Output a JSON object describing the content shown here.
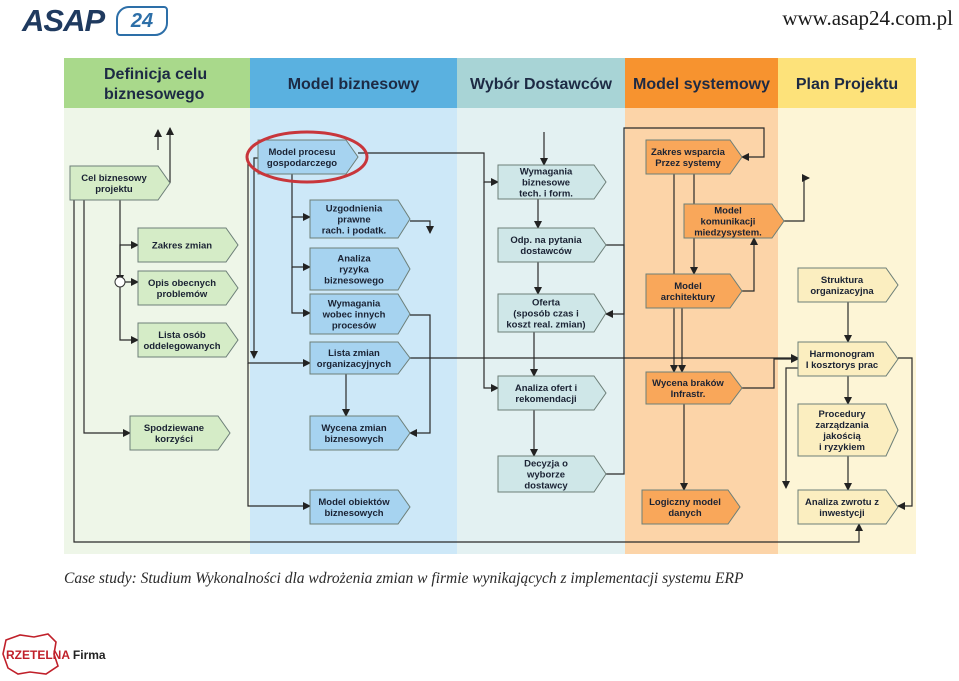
{
  "header": {
    "logo_main": "ASAP",
    "logo_badge": "24",
    "site_url": "www.asap24.com.pl"
  },
  "columns": [
    {
      "id": "definicja",
      "label_lines": [
        "Definicja celu",
        "biznesowego"
      ],
      "header_color": "#a9d98b",
      "body_color": "#eef6e8"
    },
    {
      "id": "model-biznesowy",
      "label_lines": [
        "Model biznesowy"
      ],
      "header_color": "#5ab1e0",
      "body_color": "#cde8f8"
    },
    {
      "id": "wybor-dostawcow",
      "label_lines": [
        "Wybór Dostawców"
      ],
      "header_color": "#a8d4d6",
      "body_color": "#e3f1f2"
    },
    {
      "id": "model-systemowy",
      "label_lines": [
        "Model systemowy"
      ],
      "header_color": "#f7932f",
      "body_color": "#fcd4a8"
    },
    {
      "id": "plan-projektu",
      "label_lines": [
        "Plan Projektu"
      ],
      "header_color": "#fde27a",
      "body_color": "#fdf5d6"
    }
  ],
  "boxes": [
    {
      "id": "cel-biznesowy",
      "lines": [
        "Cel biznesowy",
        "projektu"
      ],
      "color": "#d5ecc7"
    },
    {
      "id": "zakres-zmian",
      "lines": [
        "Zakres zmian"
      ],
      "color": "#d5ecc7"
    },
    {
      "id": "opis-obecnych",
      "lines": [
        "Opis obecnych",
        "problemów"
      ],
      "color": "#d5ecc7"
    },
    {
      "id": "lista-osob",
      "lines": [
        "Lista osób",
        "oddelegowanych"
      ],
      "color": "#d5ecc7"
    },
    {
      "id": "spodziewane-korzysci",
      "lines": [
        "Spodziewane",
        "korzyści"
      ],
      "color": "#d5ecc7"
    },
    {
      "id": "model-procesu",
      "lines": [
        "Model procesu",
        "gospodarczego"
      ],
      "color": "#a6d3f0"
    },
    {
      "id": "uzgodnienia",
      "lines": [
        "Uzgodnienia",
        "prawne",
        "rach. i podatk."
      ],
      "color": "#a6d3f0"
    },
    {
      "id": "analiza-ryzyka",
      "lines": [
        "Analiza",
        "ryzyka",
        "biznesowego"
      ],
      "color": "#a6d3f0"
    },
    {
      "id": "wymagania-wobec",
      "lines": [
        "Wymagania",
        "wobec innych",
        "procesów"
      ],
      "color": "#a6d3f0"
    },
    {
      "id": "lista-zmian",
      "lines": [
        "Lista zmian",
        "organizacyjnych"
      ],
      "color": "#a6d3f0"
    },
    {
      "id": "wycena-zmian",
      "lines": [
        "Wycena zmian",
        "biznesowych"
      ],
      "color": "#a6d3f0"
    },
    {
      "id": "model-obiektow",
      "lines": [
        "Model obiektów",
        "biznesowych"
      ],
      "color": "#a6d3f0"
    },
    {
      "id": "wymagania-biznesowe",
      "lines": [
        "Wymagania",
        "biznesowe",
        "tech. i form."
      ],
      "color": "#cfe7e8"
    },
    {
      "id": "odp-na-pytania",
      "lines": [
        "Odp. na pytania",
        "dostawców"
      ],
      "color": "#cfe7e8"
    },
    {
      "id": "oferta",
      "lines": [
        "Oferta",
        "(sposób czas i",
        "koszt real. zmian)"
      ],
      "color": "#cfe7e8"
    },
    {
      "id": "analiza-ofert",
      "lines": [
        "Analiza ofert i",
        "rekomendacji"
      ],
      "color": "#cfe7e8"
    },
    {
      "id": "decyzja",
      "lines": [
        "Decyzja o",
        "wyborze",
        "dostawcy"
      ],
      "color": "#cfe7e8"
    },
    {
      "id": "zakres-wsparcia",
      "lines": [
        "Zakres wsparcia",
        "Przez systemy"
      ],
      "color": "#f9a75a"
    },
    {
      "id": "model-komunikacji",
      "lines": [
        "Model",
        "komunikacji",
        "miedzysystem."
      ],
      "color": "#f9a75a"
    },
    {
      "id": "model-architektury",
      "lines": [
        "Model",
        "architektury"
      ],
      "color": "#f9a75a"
    },
    {
      "id": "wycena-brakow",
      "lines": [
        "Wycena braków",
        "Infrastr."
      ],
      "color": "#f9a75a"
    },
    {
      "id": "logiczny-model",
      "lines": [
        "Logiczny model",
        "danych"
      ],
      "color": "#f9a75a"
    },
    {
      "id": "struktura-org",
      "lines": [
        "Struktura",
        "organizacyjna"
      ],
      "color": "#fbeec0"
    },
    {
      "id": "harmonogram",
      "lines": [
        "Harmonogram",
        "I kosztorys prac"
      ],
      "color": "#fbeec0"
    },
    {
      "id": "procedury",
      "lines": [
        "Procedury",
        "zarządzania",
        "jakością",
        "i ryzykiem"
      ],
      "color": "#fbeec0"
    },
    {
      "id": "analiza-zwrotu",
      "lines": [
        "Analiza zwrotu z",
        "inwestycji"
      ],
      "color": "#fbeec0"
    }
  ],
  "highlight_color": "#c8363b",
  "caption": "Case study: Studium Wykonalności dla wdrożenia zmian w firmie wynikających z implementacji systemu ERP",
  "footer_logo": {
    "part1": "RZETELNA",
    "part2": "Firma"
  }
}
